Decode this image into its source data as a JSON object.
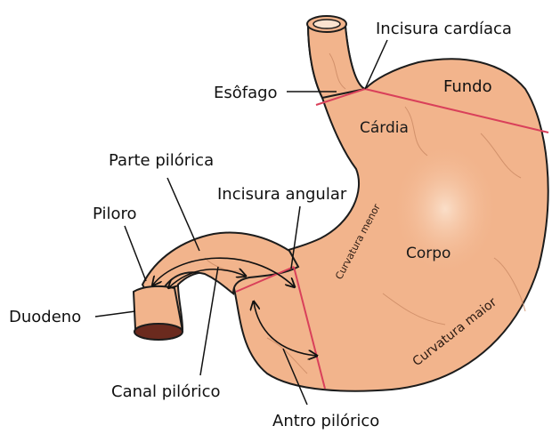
{
  "labels": {
    "incisura_cardiaca": "Incisura cardíaca",
    "esofago": "Esôfago",
    "fundo": "Fundo",
    "cardia": "Cárdia",
    "parte_pilorica": "Parte pilórica",
    "incisura_angular": "Incisura angular",
    "piloro": "Piloro",
    "curvatura_menor": "Curvatura menor",
    "corpo": "Corpo",
    "duodeno": "Duodeno",
    "curvatura_maior": "Curvatura maior",
    "canal_pilorico": "Canal pilórico",
    "antro_pilorico": "Antro pilórico"
  },
  "colors": {
    "stomach_fill": "#f2b48c",
    "stomach_outline": "#1c1c1c",
    "region_line": "#d9405a",
    "vessel": "#c98863",
    "duodenum_lumen": "#6b2a1e",
    "leader_line": "#111111"
  }
}
